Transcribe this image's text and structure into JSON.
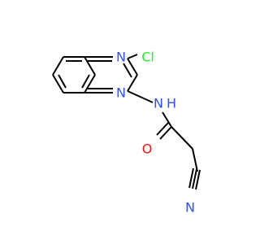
{
  "molecule": {
    "atoms": [
      {
        "id": "n_top",
        "label": "N",
        "color": "#3050f8"
      },
      {
        "id": "cl",
        "label": "Cl",
        "color": "#1ff01f"
      },
      {
        "id": "n_bottom",
        "label": "N",
        "color": "#3050f8"
      },
      {
        "id": "nh",
        "label": "N",
        "color": "#3050f8"
      },
      {
        "id": "h",
        "label": "H",
        "color": "#3050f8"
      },
      {
        "id": "o",
        "label": "O",
        "color": "#ff0d0d"
      },
      {
        "id": "n_nitrile",
        "label": "N",
        "color": "#3050f8"
      }
    ],
    "bond_color": "#000000",
    "background": "#ffffff"
  }
}
